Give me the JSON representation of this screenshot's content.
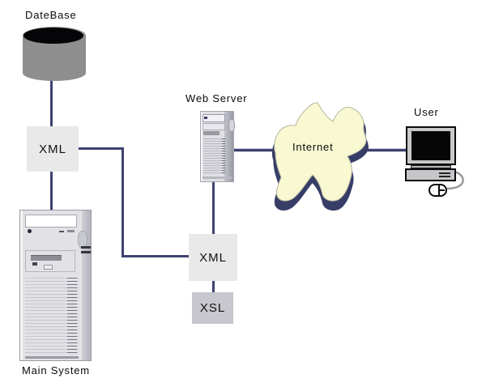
{
  "diagram": {
    "nodes": {
      "database": {
        "label": "DateBase",
        "type": "database-cylinder"
      },
      "xml_left": {
        "label": "XML",
        "type": "process-box"
      },
      "main_system": {
        "label": "Main System",
        "type": "server-tower"
      },
      "web_server": {
        "label": "Web Server",
        "type": "server-tower"
      },
      "xml_center": {
        "label": "XML",
        "type": "process-box"
      },
      "xsl": {
        "label": "XSL",
        "type": "process-box"
      },
      "internet": {
        "label": "Internet",
        "type": "cloud"
      },
      "user": {
        "label": "User",
        "type": "desktop-computer"
      }
    },
    "edges": [
      {
        "from": "database",
        "to": "xml_left"
      },
      {
        "from": "xml_left",
        "to": "main_system"
      },
      {
        "from": "xml_left",
        "to": "xml_center"
      },
      {
        "from": "web_server",
        "to": "xml_center"
      },
      {
        "from": "xml_center",
        "to": "xsl"
      },
      {
        "from": "web_server",
        "to": "internet"
      },
      {
        "from": "internet",
        "to": "user"
      }
    ],
    "colors": {
      "connector": "#3d4270",
      "cable": "#9a9a9a",
      "cloud_fill": "#f8f8d2",
      "cloud_edge": "#b5b5a0",
      "cloud_shadow": "#363d66",
      "box_fill": "#e9e9e9",
      "xsl_fill": "#c7c7cd",
      "cylinder_body": "#8e8e8e",
      "cylinder_top": "#050508"
    }
  }
}
